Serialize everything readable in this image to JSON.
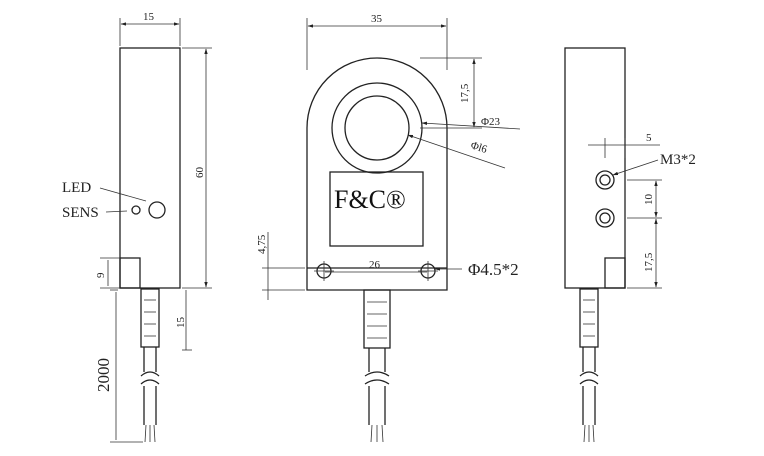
{
  "side_view": {
    "width": "15",
    "height": "60",
    "led_label": "LED",
    "sens_label": "SENS",
    "tab_height": "9",
    "strain_relief": "15",
    "cable_length": "2000"
  },
  "front_view": {
    "width": "35",
    "top_radius": "17,5",
    "outer_diameter": "Φ23",
    "inner_diameter": "Φl6",
    "brand": "F&C®",
    "flange_height": "4,75",
    "hole_spacing": "26",
    "mount_holes": "Φ4.5*2"
  },
  "back_view": {
    "thread_offset": "5",
    "threads": "M3*2",
    "thread_spacing": "10",
    "bottom_offset": "17,5"
  }
}
